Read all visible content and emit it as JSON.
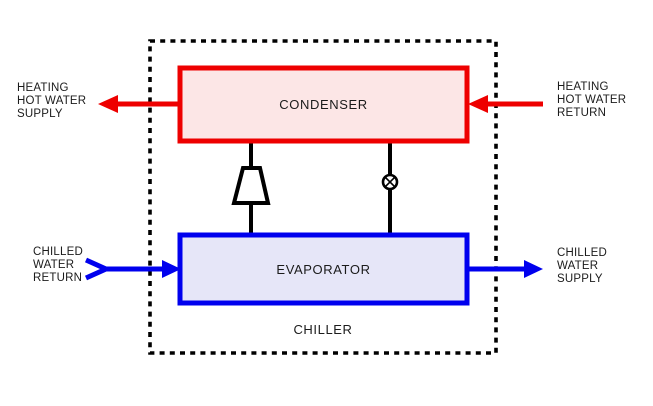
{
  "colors": {
    "background": "#ffffff",
    "line": "#000000",
    "text": "#1b1b1b",
    "hot": "#ee0000",
    "cold": "#0000ee",
    "condenser_fill": "#fce6e6",
    "evaporator_fill": "#e6e6f8"
  },
  "chiller": {
    "label": "CHILLER"
  },
  "condenser": {
    "label": "CONDENSER"
  },
  "evaporator": {
    "label": "EVAPORATOR"
  },
  "flows": {
    "heating_supply": {
      "label": "HEATING\nHOT WATER\nSUPPLY",
      "direction": "out-left",
      "color": "#ee0000"
    },
    "heating_return": {
      "label": "HEATING\nHOT WATER\nRETURN",
      "direction": "in-left",
      "color": "#ee0000"
    },
    "chilled_return": {
      "label": "CHILLED\nWATER\nRETURN",
      "direction": "in-right",
      "color": "#0000ee"
    },
    "chilled_supply": {
      "label": "CHILLED\nWATER\nSUPPLY",
      "direction": "out-right",
      "color": "#0000ee"
    }
  },
  "icons": {
    "compressor": "compressor-trapezoid-symbol",
    "expansion_valve": "circle-x-valve-symbol"
  }
}
